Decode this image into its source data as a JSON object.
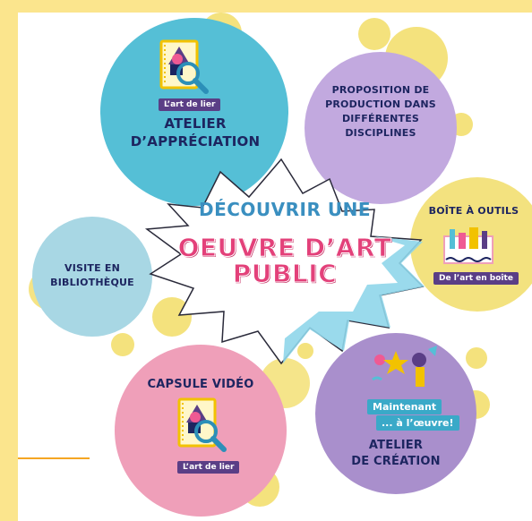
{
  "center": {
    "line1": "DÉCOUVRIR UNE",
    "line2": "OEUVRE D’ART",
    "line3": "PUBLIC"
  },
  "nodes": {
    "atelier_appreciation": {
      "badge": "L’art de lier",
      "line1": "ATELIER",
      "line2": "D’APPRÉCIATION"
    },
    "proposition": {
      "line1": "PROPOSITION DE",
      "line2": "PRODUCTION DANS",
      "line3": "DIFFÉRENTES",
      "line4": "DISCIPLINES"
    },
    "boite_outils": {
      "title": "BOÎTE À OUTILS",
      "badge": "De l’art en boîte"
    },
    "visite": {
      "line1": "VISITE EN",
      "line2": "BIBLIOTHÈQUE"
    },
    "capsule": {
      "title": "CAPSULE VIDÉO",
      "badge": "L’art de lier"
    },
    "creation": {
      "badge1": "Maintenant",
      "badge2": "... à l’œuvre!",
      "line1": "ATELIER",
      "line2": "DE CRÉATION"
    }
  },
  "colors": {
    "teal": "#55bfd6",
    "lavender": "#c2a9df",
    "yellow": "#f3e27f",
    "light_blue": "#a8d7e4",
    "pink": "#ef9fb9",
    "purple": "#a98fcc",
    "navy_text": "#1d2560",
    "magenta_title": "#e3417a",
    "blue_title": "#3a8fc0"
  },
  "icons": [
    "notebook-magnifier-icon",
    "toolbox-illustration-icon",
    "creation-illustration-icon"
  ]
}
